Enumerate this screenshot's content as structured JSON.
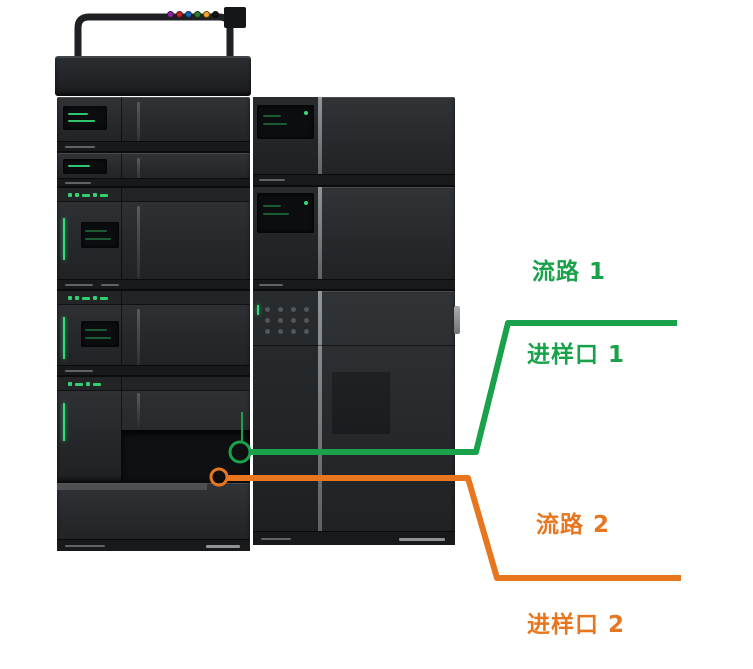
{
  "annotations": {
    "flow_path_1": {
      "label": "流路 1",
      "color": "#1aa24b"
    },
    "injection_port_1": {
      "label": "进样口 1",
      "color": "#1aa24b"
    },
    "flow_path_2": {
      "label": "流路 2",
      "color": "#e8761f"
    },
    "injection_port_2": {
      "label": "进样口 2",
      "color": "#e8761f"
    }
  },
  "colors": {
    "green": "#1aa24b",
    "orange": "#e8761f",
    "led_green": "#35d977",
    "chassis_dark": "#26282b"
  },
  "instrument": {
    "tray_fitting_colors": [
      "#8e24aa",
      "#c62828",
      "#1565c0",
      "#2e7d32",
      "#f9a825",
      "#141414"
    ]
  }
}
